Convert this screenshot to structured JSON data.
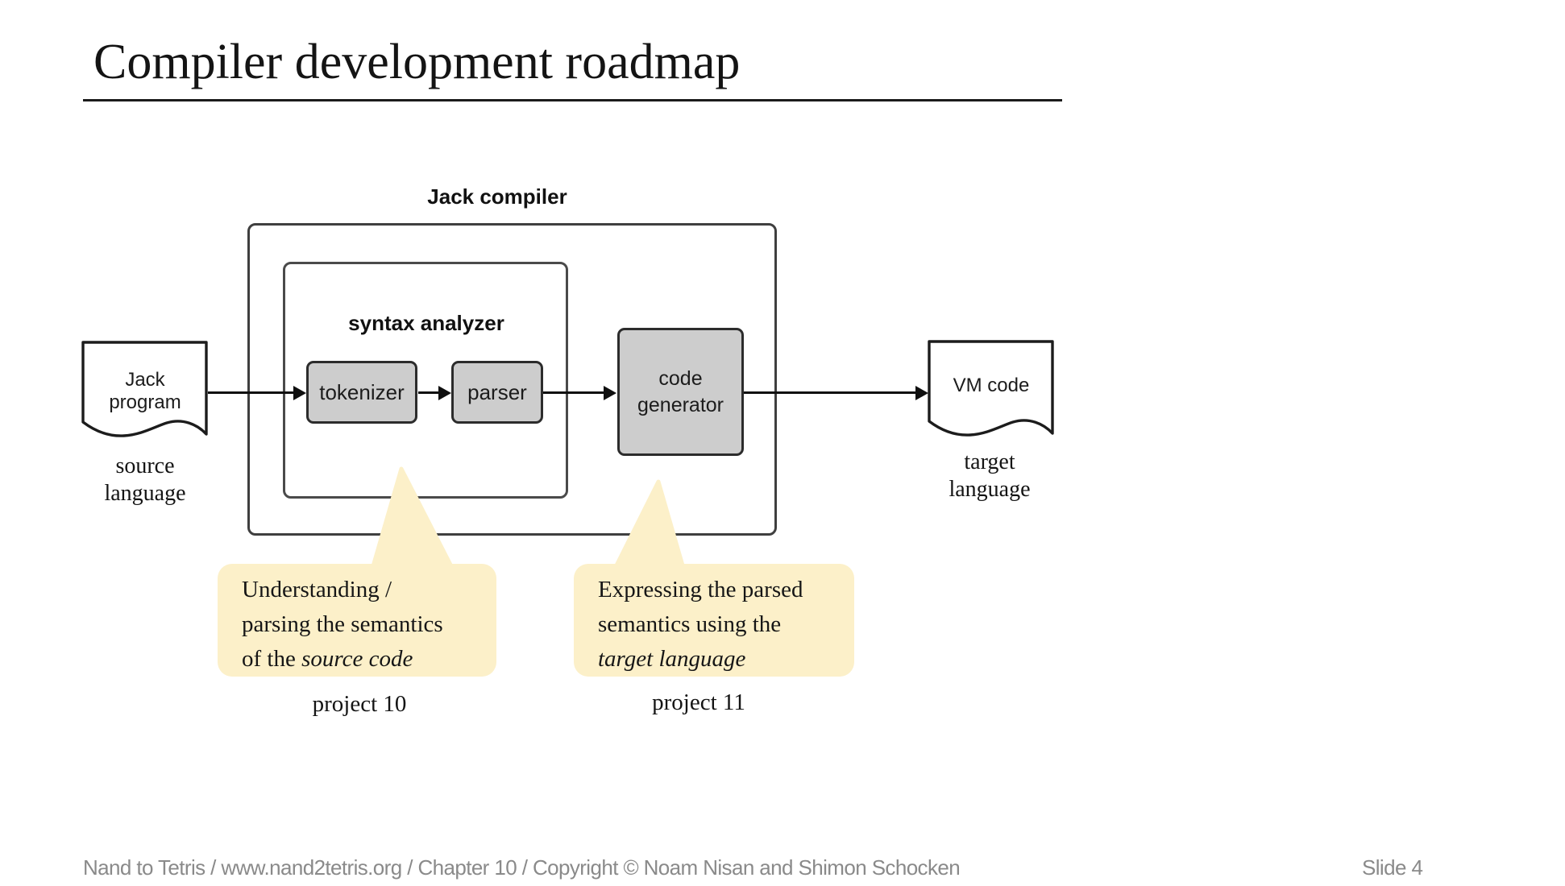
{
  "title": "Compiler development roadmap",
  "compiler": {
    "label": "Jack compiler",
    "syntax_analyzer": {
      "label": "syntax analyzer",
      "tokenizer": "tokenizer",
      "parser": "parser"
    },
    "code_generator": "code generator"
  },
  "source_doc": {
    "label": "Jack program",
    "caption": "source language"
  },
  "target_doc": {
    "label": "VM code",
    "caption": "target language"
  },
  "callouts": {
    "left": {
      "text": "Understanding /\nparsing the semantics\nof the ",
      "italic": "source code",
      "project": "project 10"
    },
    "right": {
      "text": "Expressing the parsed\nsemantics using the\n",
      "italic": "target language",
      "project": "project 11"
    }
  },
  "footer": {
    "left": "Nand to Tetris / www.nand2tetris.org / Chapter 10 / Copyright © Noam Nisan and Shimon Schocken",
    "right": "Slide 4"
  },
  "colors": {
    "box_fill": "#cdcdcd",
    "box_border": "#2c2c2c",
    "callout_fill": "#fcf0c9",
    "arrow": "#0f0f0f",
    "footer_text": "#8a8a8a"
  }
}
